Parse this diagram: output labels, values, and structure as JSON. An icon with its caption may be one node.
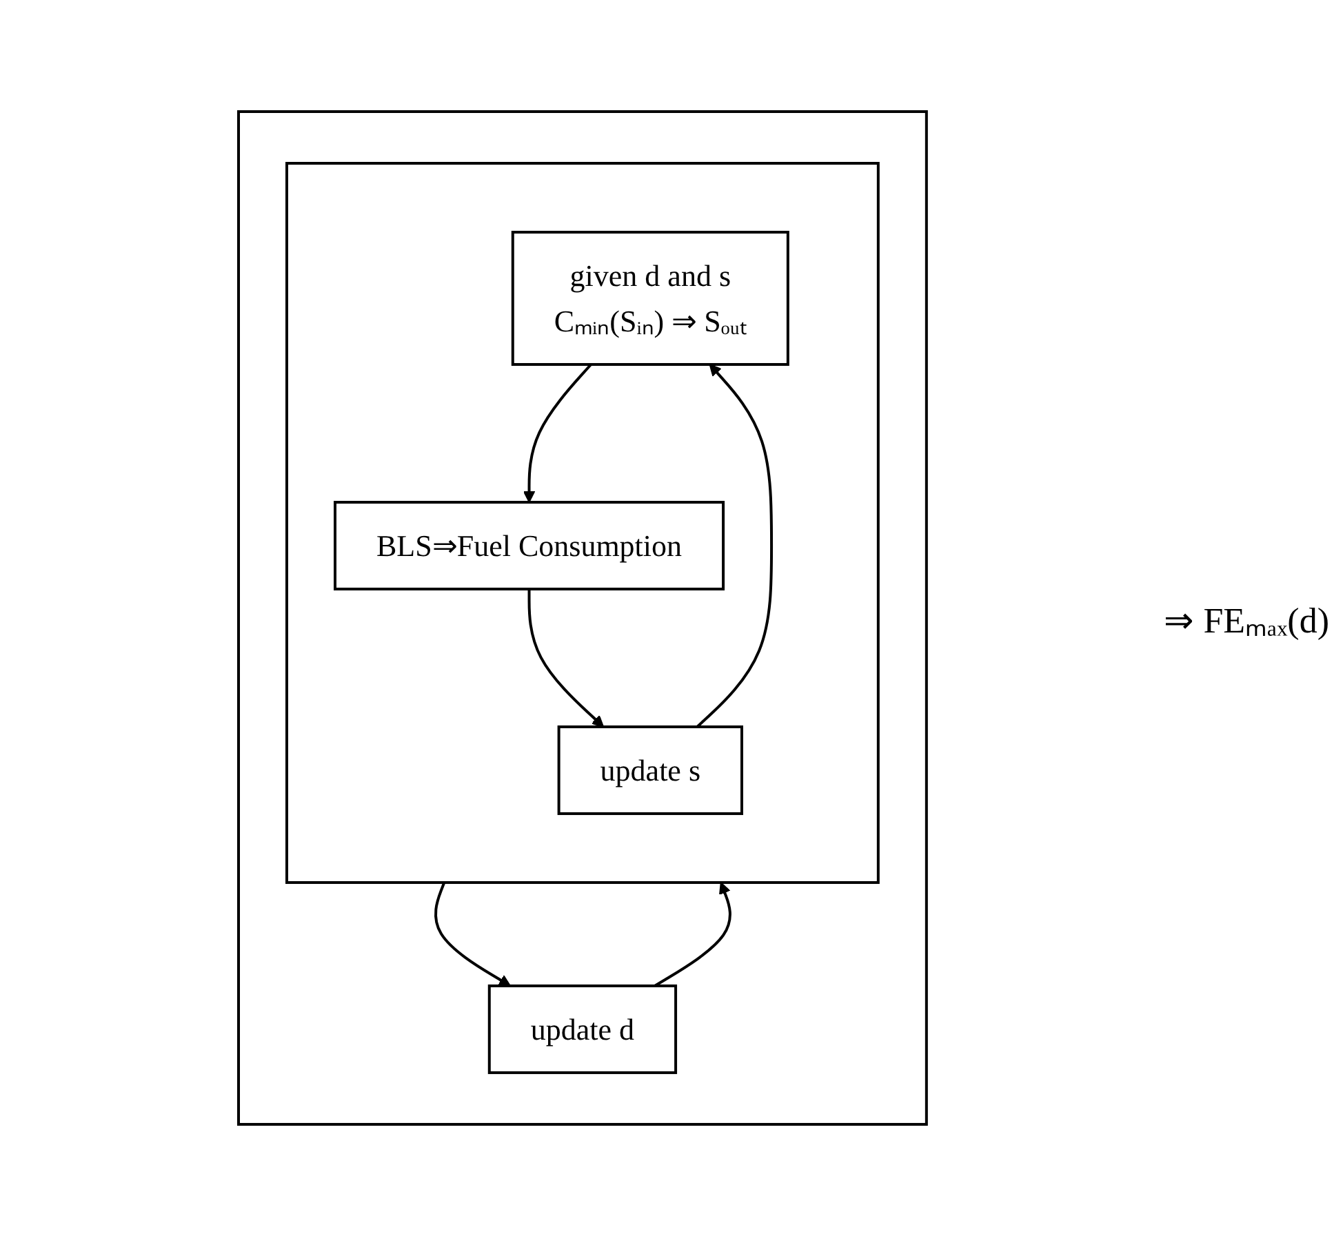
{
  "diagram": {
    "nodes": [
      {
        "text": [],
        "shape": "box"
      },
      {
        "text": [],
        "shape": "box",
        "in": 0
      },
      {
        "text": [
          "given d and s",
          "Cₘᵢₙ(Sᵢₙ) ⇒ Sₒᵤₜ"
        ],
        "in": 1
      },
      {
        "text": [
          "BLS⇒Fuel Consumption"
        ],
        "in": 1
      },
      {
        "text": [
          "update s"
        ],
        "in": 1
      },
      {
        "text": [
          "update d"
        ],
        "in": 0
      }
    ],
    "edges": [
      {
        "from": 2,
        "to": 3,
        "arrow": "to"
      },
      {
        "from": 3,
        "to": 4,
        "arrow": "to"
      },
      {
        "from": 4,
        "to": 2,
        "arrow": "to"
      },
      {
        "from": 1,
        "to": 5,
        "arrow": "to"
      },
      {
        "from": 5,
        "to": 1,
        "arrow": "to"
      }
    ],
    "labels": [
      "⇒ FEₘₐₓ(d)"
    ]
  }
}
